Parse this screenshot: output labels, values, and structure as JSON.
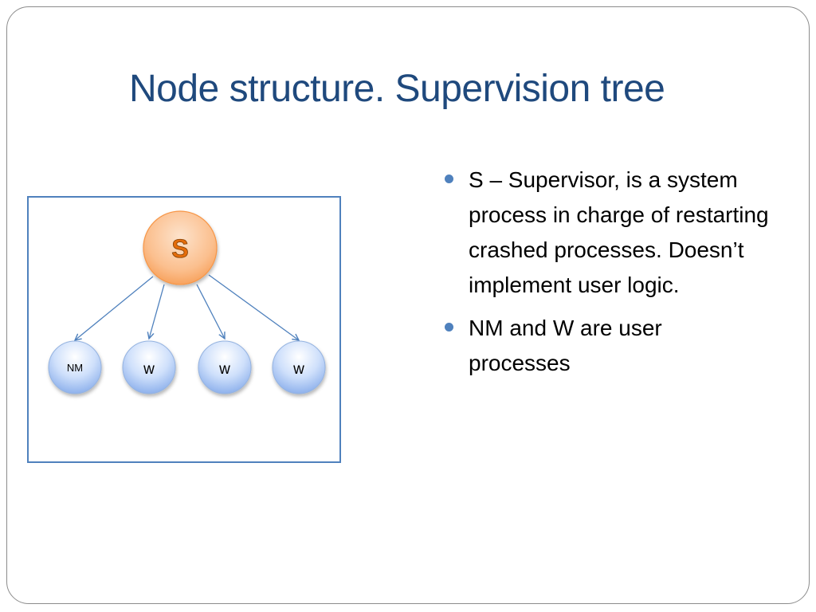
{
  "slide": {
    "title": "Node structure. Supervision tree"
  },
  "diagram": {
    "supervisor": {
      "label": "S"
    },
    "children": [
      {
        "label": "NM"
      },
      {
        "label": "w"
      },
      {
        "label": "w"
      },
      {
        "label": "w"
      }
    ]
  },
  "bullets": [
    {
      "text": "S – Supervisor, is a system process in charge of restarting crashed processes. Doesn’t implement user logic."
    },
    {
      "text": "NM and W are user processes"
    }
  ],
  "colors": {
    "title": "#1f497d",
    "frame": "#4f81bd",
    "bullet": "#4f81bd",
    "supervisor_fill": "#fbbf8e",
    "supervisor_text": "#e46c0a",
    "worker_fill": "#a9c6f5",
    "connector": "#4f81bd"
  }
}
